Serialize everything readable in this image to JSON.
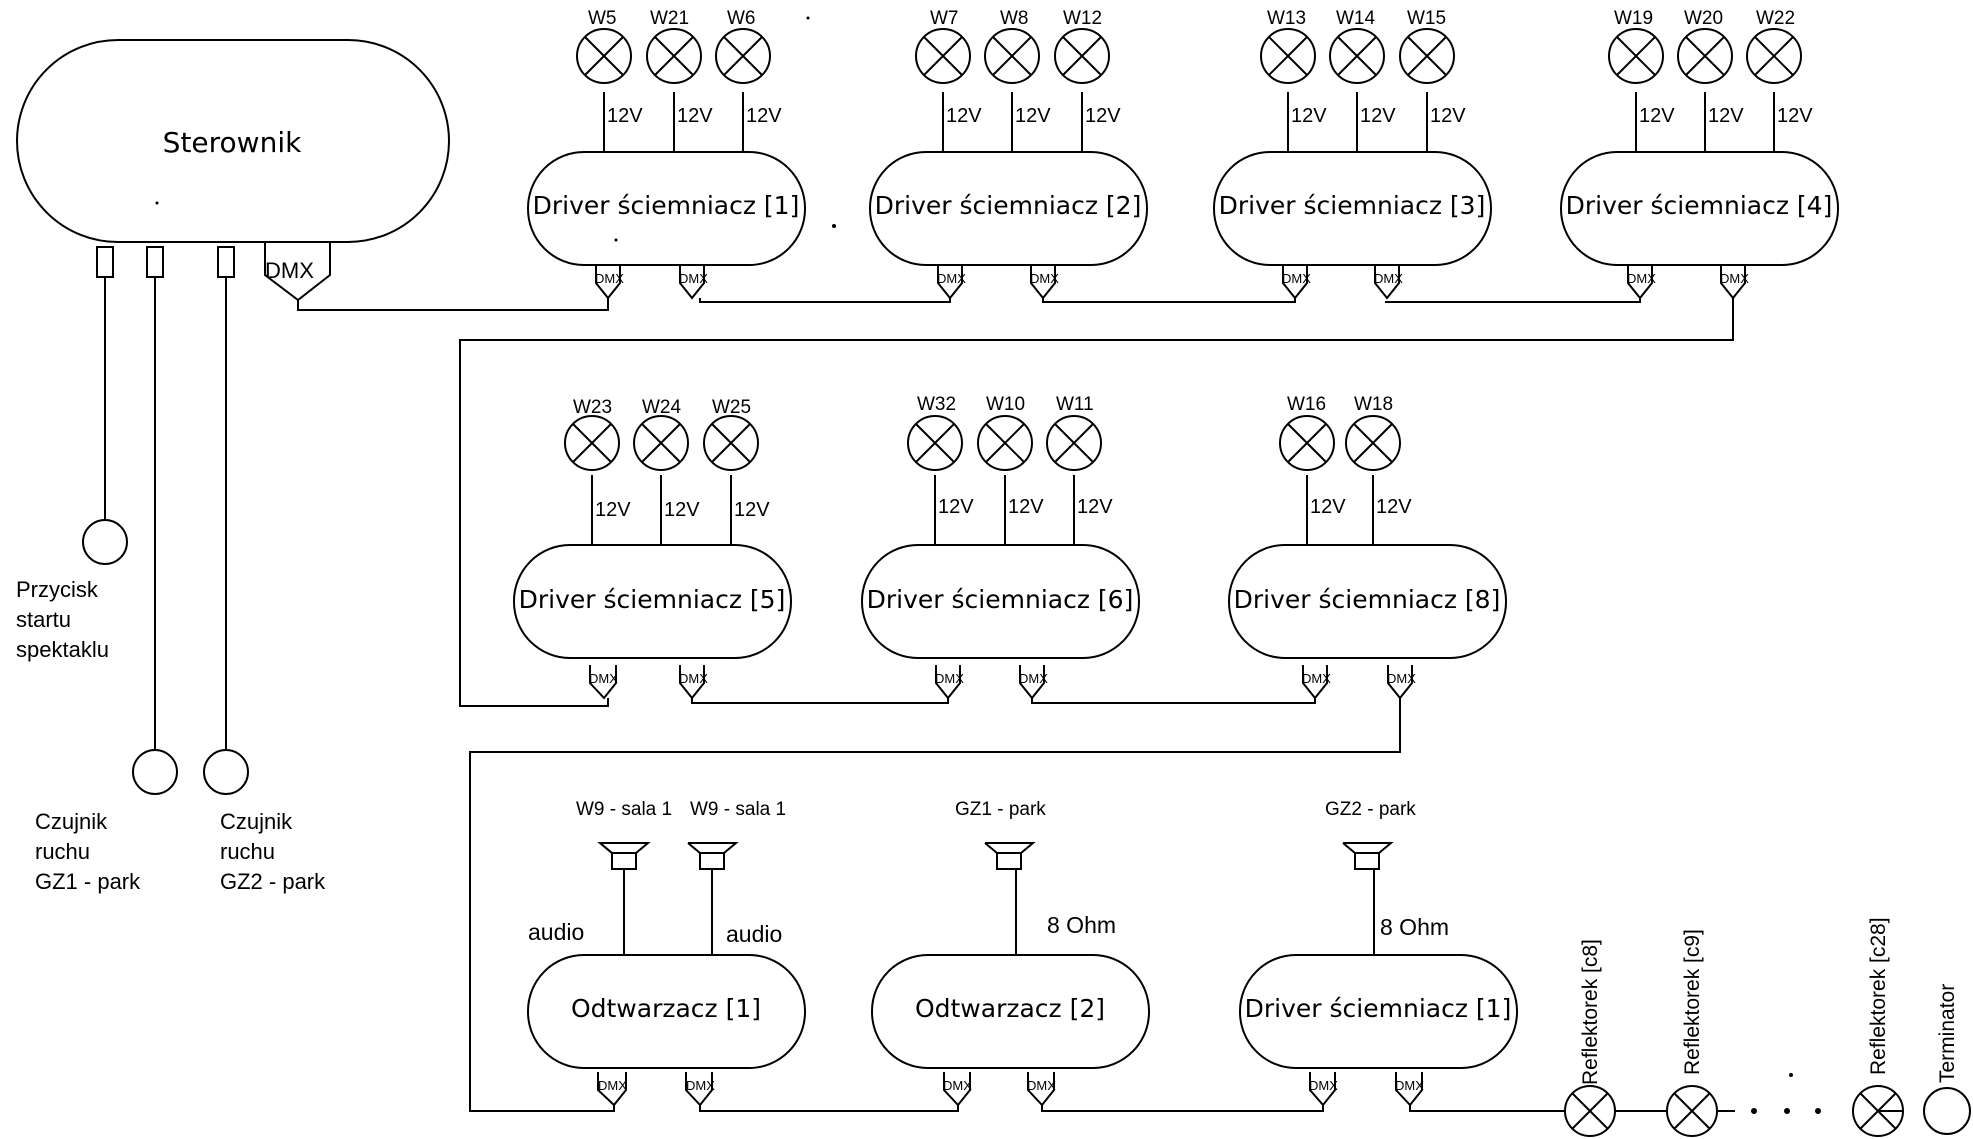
{
  "controller": {
    "label": "Sterownik",
    "dmx_label": "DMX"
  },
  "inputs": [
    {
      "lines": [
        "Przycisk",
        "startu",
        "spektaklu"
      ]
    },
    {
      "lines": [
        "Czujnik",
        "ruchu",
        "GZ1 - park"
      ]
    },
    {
      "lines": [
        "Czujnik",
        "ruchu",
        "GZ2 - park"
      ]
    }
  ],
  "dmx_port_label": "DMX",
  "drivers": [
    {
      "label": "Driver ściemniacz [1]",
      "lamps": [
        "W5",
        "W21",
        "W6"
      ],
      "voltage": "12V"
    },
    {
      "label": "Driver ściemniacz [2]",
      "lamps": [
        "W7",
        "W8",
        "W12"
      ],
      "voltage": "12V"
    },
    {
      "label": "Driver ściemniacz [3]",
      "lamps": [
        "W13",
        "W14",
        "W15"
      ],
      "voltage": "12V"
    },
    {
      "label": "Driver ściemniacz [4]",
      "lamps": [
        "W19",
        "W20",
        "W22"
      ],
      "voltage": "12V"
    },
    {
      "label": "Driver ściemniacz [5]",
      "lamps": [
        "W23",
        "W24",
        "W25"
      ],
      "voltage": "12V"
    },
    {
      "label": "Driver ściemniacz [6]",
      "lamps": [
        "W32",
        "W10",
        "W11"
      ],
      "voltage": "12V"
    },
    {
      "label": "Driver ściemniacz [8]",
      "lamps": [
        "W16",
        "W18"
      ],
      "voltage": "12V"
    }
  ],
  "audio": [
    {
      "label": "Odtwarzacz [1]",
      "speakers": [
        "W9 - sala 1",
        "W9 - sala 1"
      ],
      "wire": "audio"
    },
    {
      "label": "Odtwarzacz [2]",
      "speakers": [
        "GZ1 - park"
      ],
      "wire": "8 Ohm"
    },
    {
      "label": "Driver ściemniacz [1]",
      "speakers": [
        "GZ2 - park"
      ],
      "wire": "8 Ohm"
    }
  ],
  "reflectors": [
    "Reflektorek  [c8]",
    "Reflektorek  [c9]",
    "Reflektorek  [c28]"
  ],
  "terminator": "Terminator"
}
